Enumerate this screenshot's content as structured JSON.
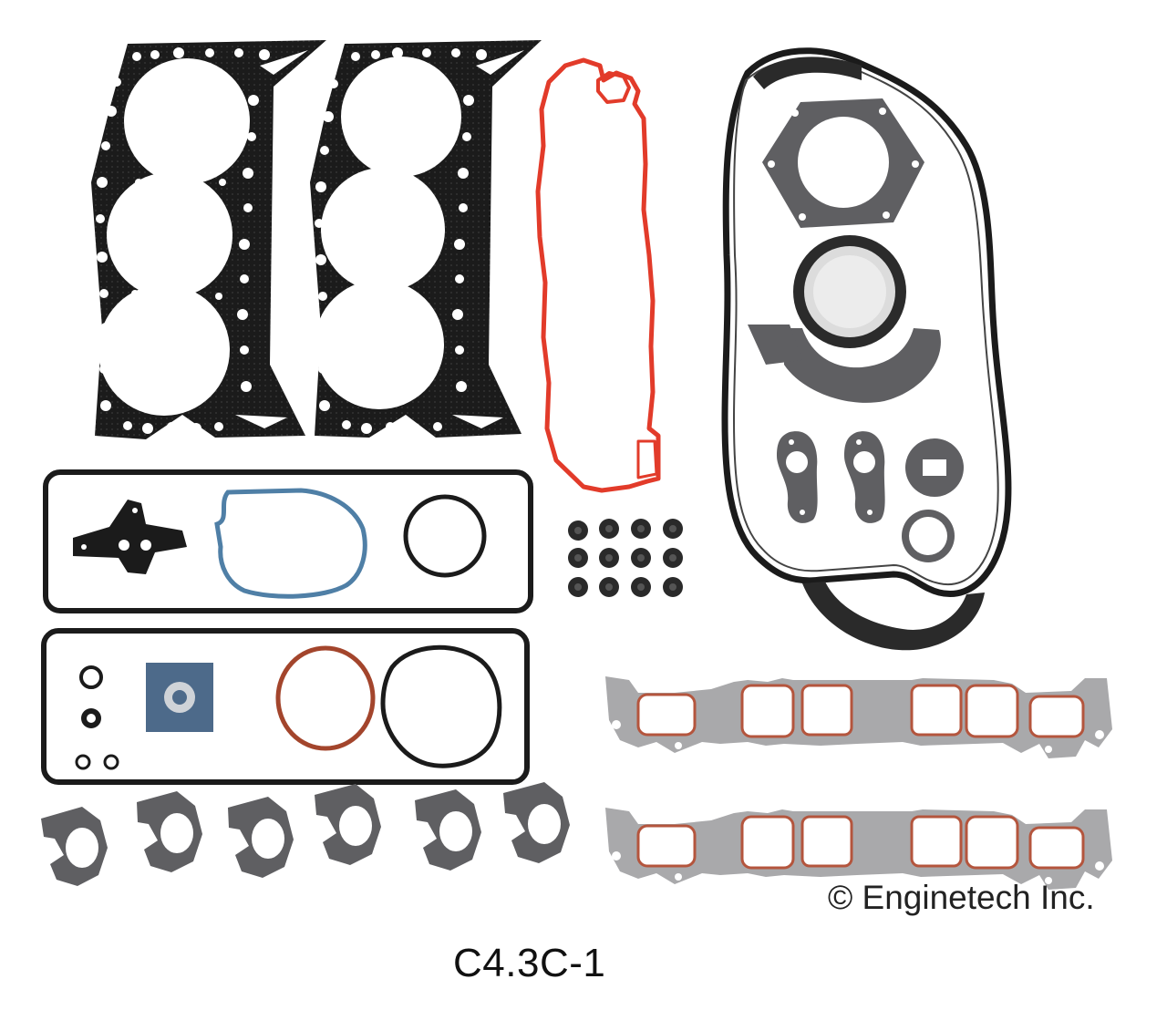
{
  "caption": {
    "part_number": "C4.3C-1",
    "copyright": "© Enginetech Inc."
  },
  "colors": {
    "background": "#ffffff",
    "gasket_black": "#1b1b1b",
    "graphite_gray": "#5f5f62",
    "valve_cover_red": "#e23b2a",
    "timing_cover_blue": "#4f7fa6",
    "oring_red_brown": "#a3452c",
    "manifold_bead": "#b4553d",
    "manifold_steel": "#a9a9ab",
    "seal_blue_card": "#4d6a8a"
  },
  "icons": [
    "head-gasket",
    "valve-cover-gasket",
    "oil-pan-gasket",
    "rear-main-seal",
    "intake-manifold-gasket",
    "exhaust-manifold-gasket",
    "valve-stem-seal",
    "o-ring",
    "water-pump-gasket"
  ]
}
